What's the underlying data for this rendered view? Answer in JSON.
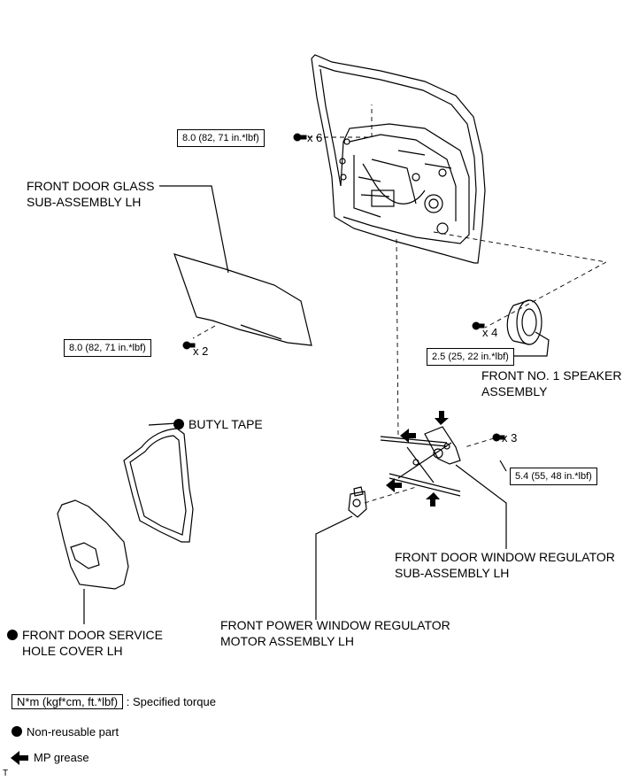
{
  "torque_labels": {
    "door_bolts": "8.0 (82, 71 in.*lbf)",
    "glass_bolts": "8.0 (82, 71 in.*lbf)",
    "speaker_screws": "2.5 (25, 22 in.*lbf)",
    "regulator_bolts": "5.4 (55, 48 in.*lbf)"
  },
  "quantities": {
    "door_bolts": "x 6",
    "glass_bolts": "x 2",
    "speaker_screws": "x 4",
    "regulator_bolts": "x 3"
  },
  "parts": {
    "glass_line1": "FRONT DOOR GLASS",
    "glass_line2": "SUB-ASSEMBLY LH",
    "speaker_line1": "FRONT NO. 1 SPEAKER",
    "speaker_line2": "ASSEMBLY",
    "butyl_tape": "BUTYL TAPE",
    "regulator_line1": "FRONT DOOR WINDOW REGULATOR",
    "regulator_line2": "SUB-ASSEMBLY LH",
    "motor_line1": "FRONT POWER WINDOW REGULATOR",
    "motor_line2": "MOTOR ASSEMBLY LH",
    "cover_line1": "FRONT DOOR SERVICE",
    "cover_line2": "HOLE COVER LH"
  },
  "legend": {
    "torque_unit": "N*m (kgf*cm, ft.*lbf)",
    "torque_desc": ": Specified torque",
    "non_reusable": "Non-reusable part",
    "mp_grease": "MP grease"
  },
  "corner_mark": "T"
}
